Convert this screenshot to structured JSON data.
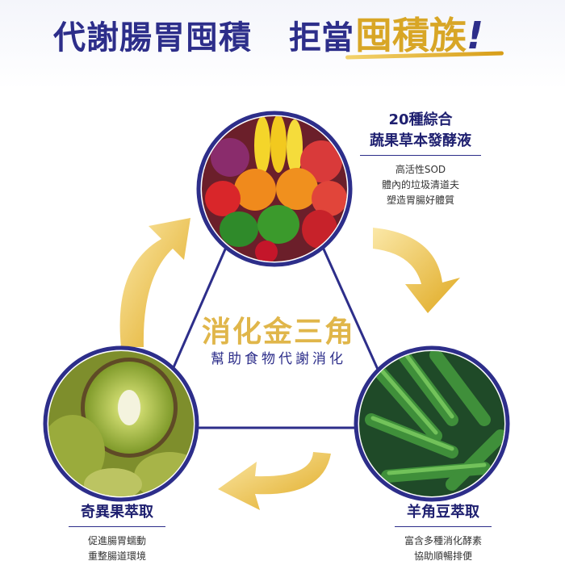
{
  "headline": {
    "main": "代謝腸胃囤積",
    "sub": "拒當",
    "accent": "囤積族",
    "mark": "!"
  },
  "center": {
    "title": "消化金三角",
    "subtitle": "幫助食物代謝消化"
  },
  "nodes": {
    "top": {
      "title_lines": [
        "20種綜合",
        "蔬果草本發酵液"
      ],
      "lines": [
        "高活性SOD",
        "體內的垃圾清道夫",
        "塑造胃腸好體質"
      ]
    },
    "left": {
      "title_lines": [
        "奇異果萃取"
      ],
      "lines": [
        "促進腸胃蠕動",
        "重整腸道環境"
      ]
    },
    "right": {
      "title_lines": [
        "羊角豆萃取"
      ],
      "lines": [
        "富含多種消化酵素",
        "協助順暢排便"
      ]
    }
  },
  "colors": {
    "navy": "#2d2e8a",
    "gold": "#d8a626",
    "ring": "#2d2e8a"
  }
}
